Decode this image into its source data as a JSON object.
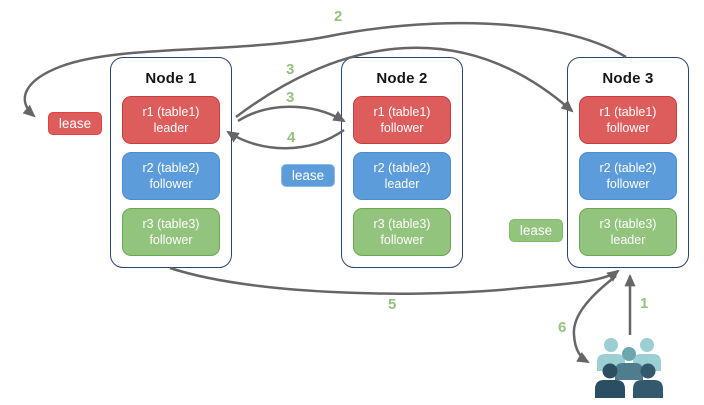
{
  "nodes": [
    {
      "title": "Node 1",
      "replicas": [
        {
          "name": "r1 (table1)",
          "role": "leader",
          "color": "red"
        },
        {
          "name": "r2 (table2)",
          "role": "follower",
          "color": "blue"
        },
        {
          "name": "r3 (table3)",
          "role": "follower",
          "color": "green"
        }
      ]
    },
    {
      "title": "Node 2",
      "replicas": [
        {
          "name": "r1 (table1)",
          "role": "follower",
          "color": "red"
        },
        {
          "name": "r2 (table2)",
          "role": "leader",
          "color": "blue"
        },
        {
          "name": "r3 (table3)",
          "role": "follower",
          "color": "green"
        }
      ]
    },
    {
      "title": "Node 3",
      "replicas": [
        {
          "name": "r1 (table1)",
          "role": "follower",
          "color": "red"
        },
        {
          "name": "r2 (table2)",
          "role": "follower",
          "color": "blue"
        },
        {
          "name": "r3 (table3)",
          "role": "leader",
          "color": "green"
        }
      ]
    }
  ],
  "leases": [
    {
      "label": "lease",
      "color": "red"
    },
    {
      "label": "lease",
      "color": "blue"
    },
    {
      "label": "lease",
      "color": "green"
    }
  ],
  "steps": [
    {
      "n": "1"
    },
    {
      "n": "2"
    },
    {
      "n": "3"
    },
    {
      "n": "3"
    },
    {
      "n": "4"
    },
    {
      "n": "5"
    },
    {
      "n": "6"
    }
  ],
  "flows": [
    {
      "step": "1",
      "from": "users",
      "to": "node-3"
    },
    {
      "step": "2",
      "from": "node-3",
      "to": "lease-red"
    },
    {
      "step": "3",
      "from": "node-1-r1-leader",
      "to": "node-2-r1-follower"
    },
    {
      "step": "3",
      "from": "node-1-r1-leader",
      "to": "node-3-r1-follower"
    },
    {
      "step": "4",
      "from": "node-2-r1-follower",
      "to": "node-1-r1-leader"
    },
    {
      "step": "5",
      "from": "node-1",
      "to": "node-3"
    },
    {
      "step": "6",
      "from": "node-3",
      "to": "users"
    }
  ],
  "icons": {
    "users": "group-of-users"
  },
  "colors": {
    "red_fill": "#DD5C5C",
    "red_border": "#C43E3E",
    "red_lease_border": "#E6403C",
    "blue_fill": "#5D9CDB",
    "blue_border": "#4E8BC9",
    "blue_lease_border": "#8BB9E9",
    "green_fill": "#93C47D",
    "green_border": "#6AA84F",
    "green_lease_border": "#7FBC63",
    "node_border": "#27456F",
    "arrow": "#666666",
    "step_number": "#93C47D",
    "people_light": "#9BCFD3",
    "people_medium_head": "#6CA7B0",
    "people_medium_body": "#507D8D",
    "people_dark_left": "#2B4F62",
    "people_dark_right": "#33596C"
  }
}
